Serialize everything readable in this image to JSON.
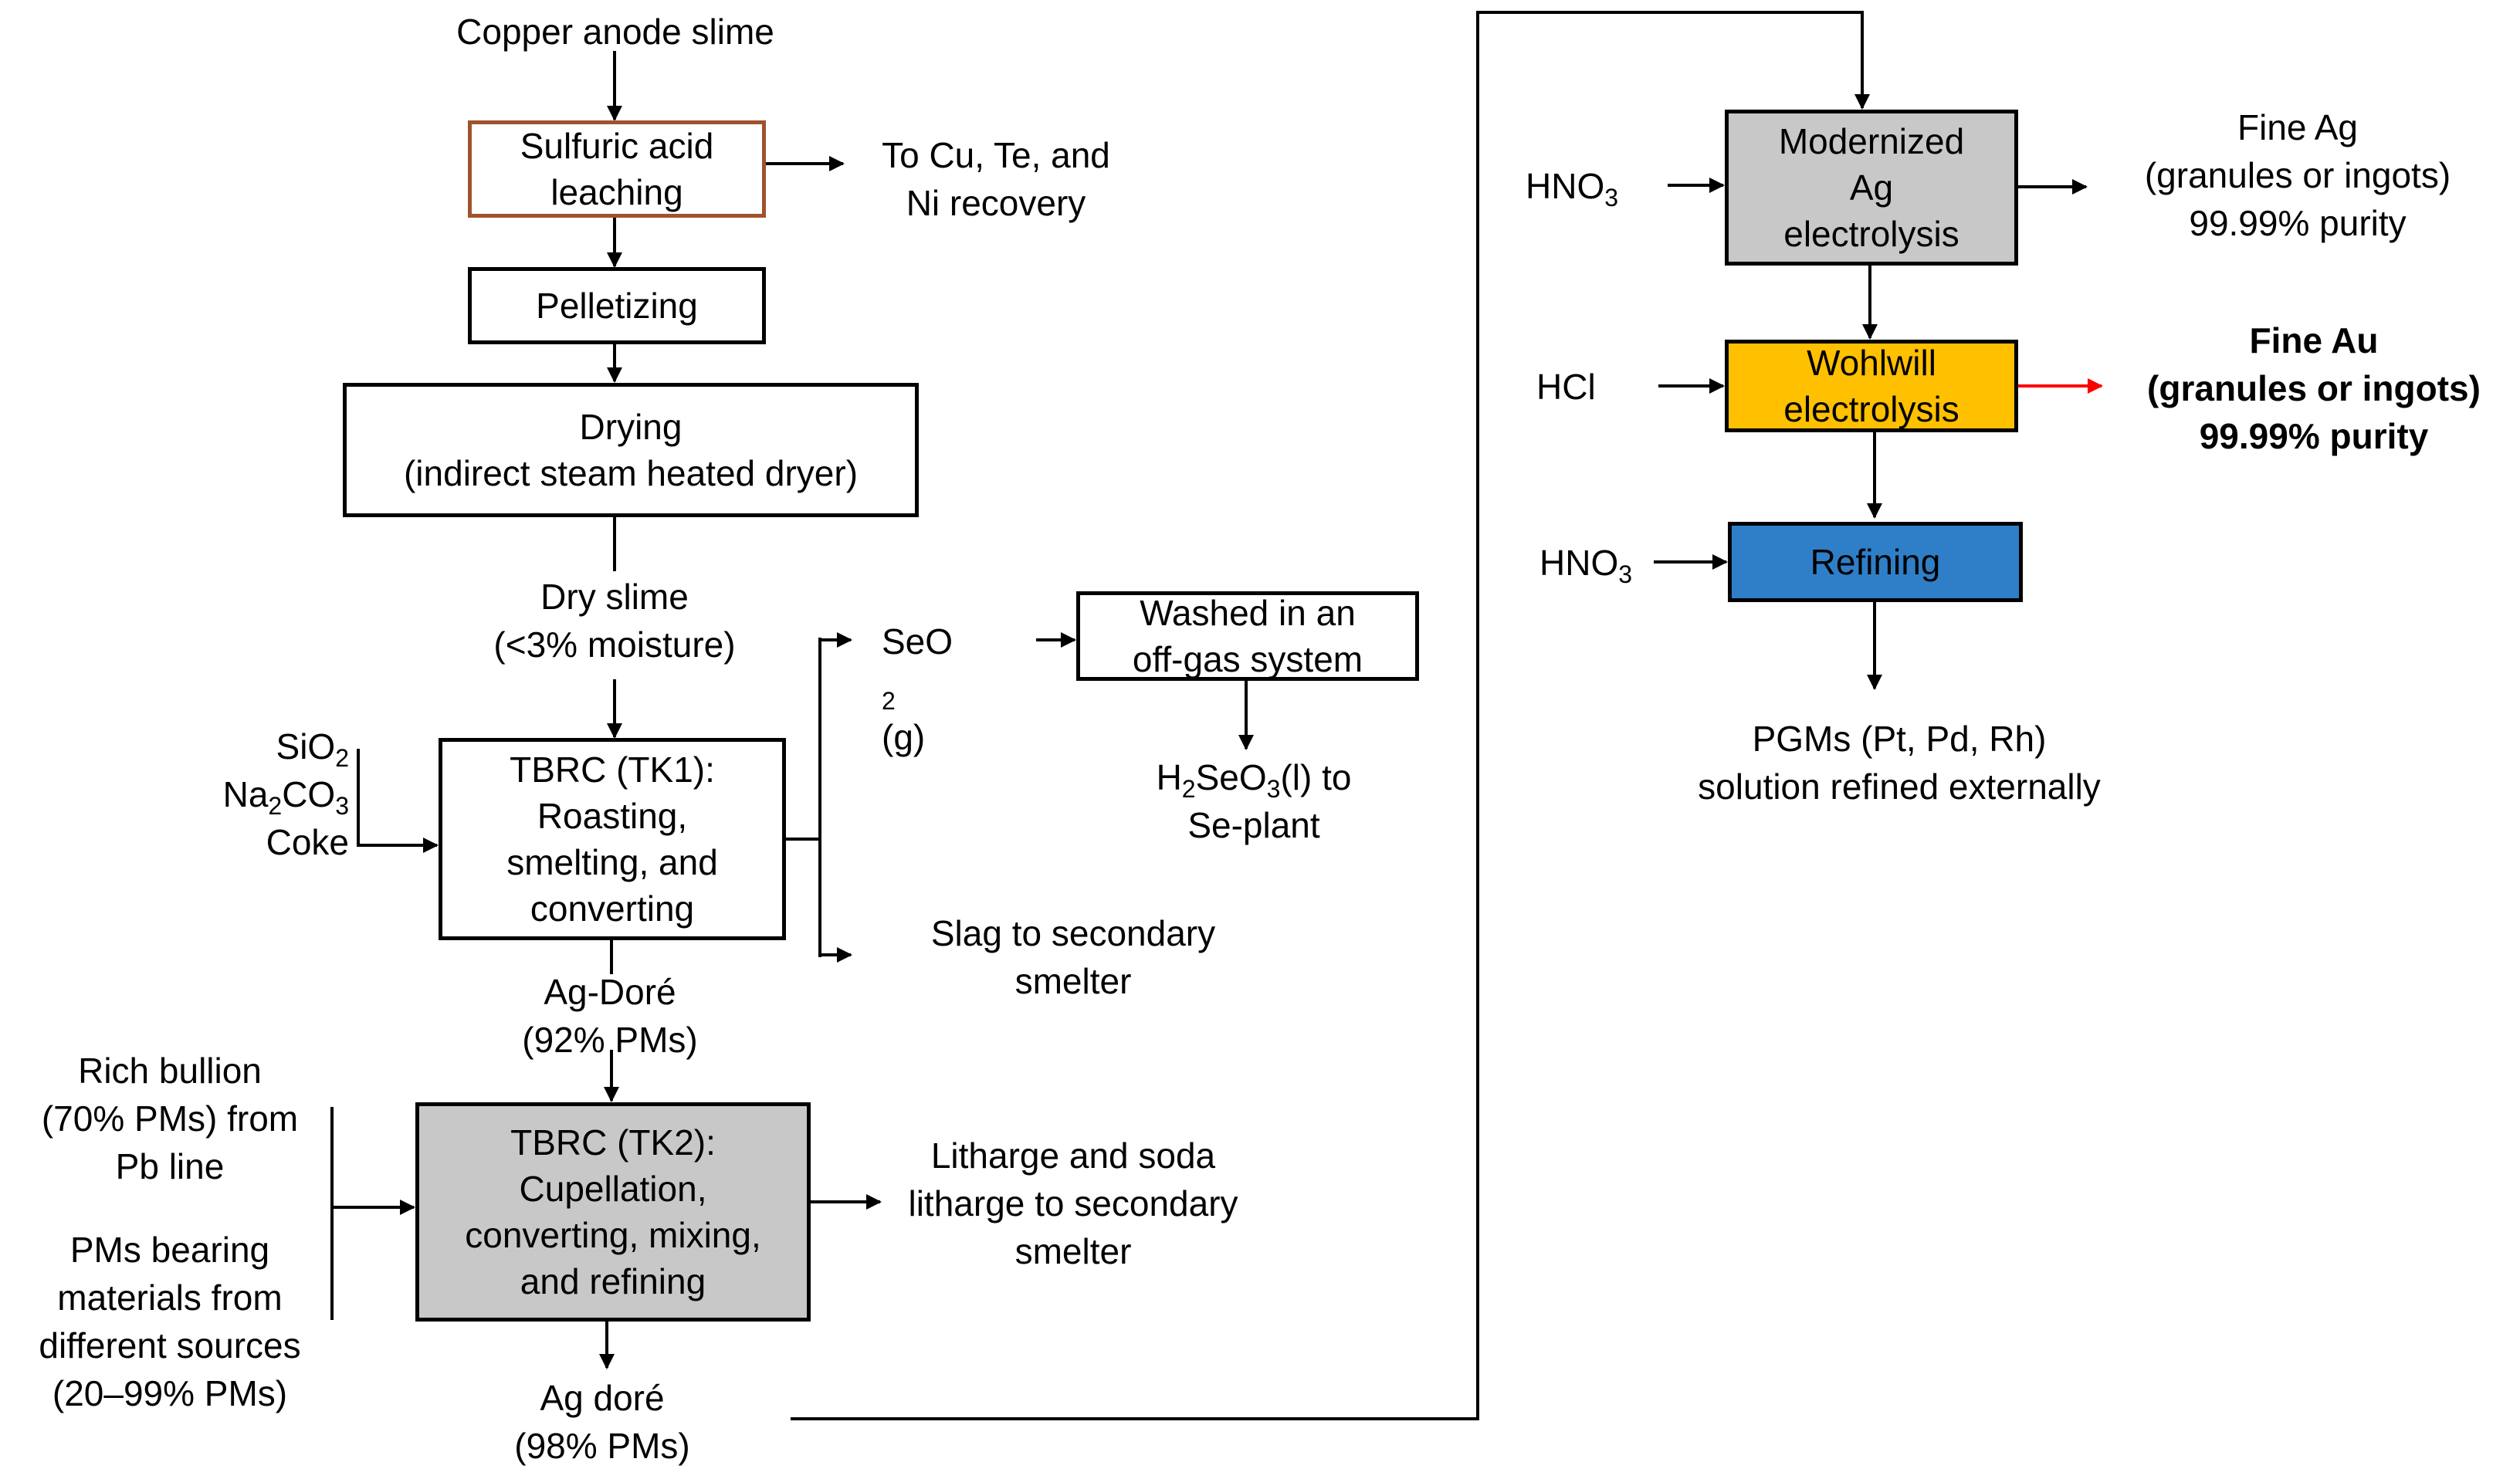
{
  "source": {
    "label": "Copper anode slime"
  },
  "nodes": {
    "sulfuric_leaching": {
      "lines": [
        "Sulfuric acid",
        "leaching"
      ],
      "border": "#a0522d"
    },
    "pelletizing": {
      "label": "Pelletizing"
    },
    "drying": {
      "lines": [
        "Drying",
        "(indirect steam heated dryer)"
      ]
    },
    "tbrc_tk1": {
      "lines": [
        "TBRC (TK1):",
        "Roasting,",
        "smelting, and",
        "converting"
      ]
    },
    "washed_offgas": {
      "lines": [
        "Washed in an",
        "off-gas system"
      ]
    },
    "tbrc_tk2": {
      "lines": [
        "TBRC (TK2):",
        "Cupellation,",
        "converting, mixing,",
        "and refining"
      ],
      "fill": "#c8c8c8"
    },
    "ag_electrolysis": {
      "lines": [
        "Modernized",
        "Ag",
        "electrolysis"
      ],
      "fill": "#c8c8c8"
    },
    "wohlwill": {
      "lines": [
        "Wohlwill",
        "electrolysis"
      ],
      "fill": "#ffc000"
    },
    "refining": {
      "label": "Refining",
      "fill": "#2f7fc8"
    }
  },
  "labels": {
    "cu_te_ni": [
      "To Cu, Te, and",
      "Ni recovery"
    ],
    "dry_slime": [
      "Dry slime",
      "(<3% moisture)"
    ],
    "seo2": {
      "base": "SeO",
      "sub": "2",
      "tail": "(g)"
    },
    "h2seo3": {
      "l1_a": "H",
      "l1_b": "2",
      "l1_c": "SeO",
      "l1_d": "3",
      "l1_e": "(l) to",
      "l2": "Se-plant"
    },
    "flux_sio2": {
      "base": "SiO",
      "sub": "2"
    },
    "flux_na2co3": {
      "a": "Na",
      "b": "2",
      "c": "CO",
      "d": "3"
    },
    "flux_coke": "Coke",
    "slag": [
      "Slag to secondary",
      "smelter"
    ],
    "ag_dore_92": [
      "Ag-Doré",
      "(92% PMs)"
    ],
    "rich_bullion": [
      "Rich bullion",
      "(70% PMs) from",
      "Pb  line"
    ],
    "pms_materials": [
      "PMs bearing",
      "materials from",
      "different sources",
      "(20–99% PMs)"
    ],
    "litharge": [
      "Litharge and soda",
      "litharge to secondary",
      "smelter"
    ],
    "ag_dore_98": [
      "Ag doré",
      "(98% PMs)"
    ],
    "hno3_top": {
      "base": "HNO",
      "sub": "3"
    },
    "hcl": "HCl",
    "hno3_bottom": {
      "base": "HNO",
      "sub": "3"
    },
    "fine_ag": [
      "Fine Ag",
      "(granules or ingots)",
      "99.99% purity"
    ],
    "fine_au": [
      "Fine Au",
      "(granules or ingots)",
      "99.99% purity"
    ],
    "pgms": [
      "PGMs (Pt, Pd, Rh)",
      "solution refined externally"
    ]
  },
  "colors": {
    "line": "#000000",
    "highlight_arrow": "#ff0000"
  }
}
